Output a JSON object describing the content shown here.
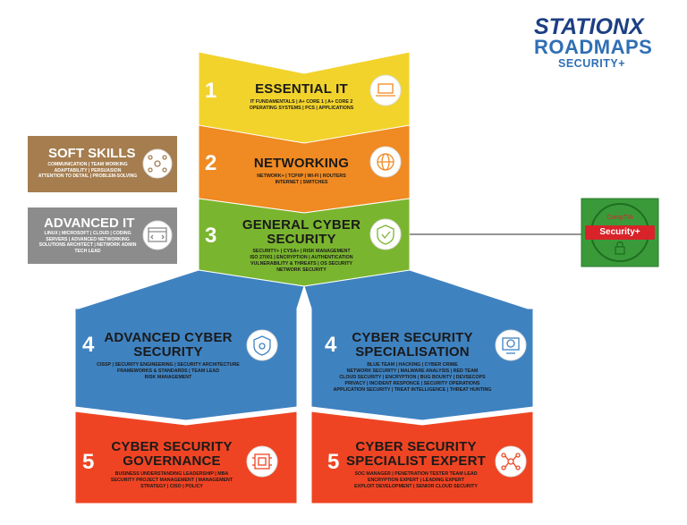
{
  "brand": {
    "line1": "STATIONX",
    "line2": "ROADMAPS",
    "line3": "SECURITY+"
  },
  "steps": [
    {
      "num": "1",
      "title": "ESSENTIAL IT",
      "sub": "IT FUNDAMENTALS  |  A+ CORE 1  |  A+ CORE 2\nOPERATING SYSTEMS  |  PCS  |  APPLICATIONS",
      "color": "#f2d32c",
      "icon": "laptop-tools-icon"
    },
    {
      "num": "2",
      "title": "NETWORKING",
      "sub": "NETWORK+  |  TCP/IP  |  WI-FI  |  ROUTERS\nINTERNET  |  SWITCHES",
      "color": "#f08a22",
      "icon": "globe-network-icon"
    },
    {
      "num": "3",
      "title": "GENERAL CYBER\nSECURITY",
      "sub": "SECURITY+  |  CYSA+  |  RISK MANAGEMENT\nISO 27001  |  ENCRYPTION  |  AUTHENTICATION\nVULNERABILITY & THREATS  |  OS SECURITY\nNETWORK SECURITY",
      "color": "#7ab52f",
      "icon": "shield-check-icon"
    },
    {
      "num": "4",
      "title": "ADVANCED CYBER\nSECURITY",
      "sub": "CISSP  |  SECURITY ENGINEERING  |  SECURITY ARCHITECTURE\nFRAMEWORKS & STANDARDS  |  TEAM LEAD\nRISK MANAGEMENT",
      "color": "#3f82c0",
      "icon": "fingerprint-shield-icon"
    },
    {
      "num": "4",
      "title": "CYBER SECURITY\nSPECIALISATION",
      "sub": "BLUE TEAM  |  HACKING  |  CYBER CRIME\nNETWORK SECURITY  |  MALWARE ANALYSIS  |  RED TEAM\nCLOUD SECURITY  |  ENCRYPTION  |  BUG BOUNTY  |  DEVSECOPS\nPRIVACY  |  INCIDENT RESPONCE  |  SECURITY OPERATIONS\nAPPLICATION SECURITY  |  TREAT INTELLIGENCE  |  THREAT HUNTING",
      "color": "#3f82c0",
      "icon": "camera-monitor-icon"
    },
    {
      "num": "5",
      "title": "CYBER SECURITY\nGOVERNANCE",
      "sub": "BUSINESS UNDERSTANDING  LEADERSHIP  |  MBA\nSECURITY PROJECT MANAGEMENT  |  MANAGEMENT\nSTRATEGY  |  CISO  |  POLICY",
      "color": "#ef4423",
      "icon": "chip-icon"
    },
    {
      "num": "5",
      "title": "CYBER SECURITY\nSPECIALIST EXPERT",
      "sub": "SOC MANAGER  |  PENETRATION TESTER TEAM LEAD\nENCRYPTION EXPERT  |  LEADING EXPERT\nEXPLOIT DEVELOPMENT  |  SENIOR CLOUD SECURITY",
      "color": "#ef4423",
      "icon": "network-nodes-icon"
    }
  ],
  "side": [
    {
      "title": "SOFT SKILLS",
      "sub": "COMMUNICATION  |  TEAM WORKING\nADAPTABILITY  |  PERSUASION\nATTENTION TO DETAIL  |  PROBLEM-SOLVING",
      "color": "#a57d4f",
      "icon": "people-network-icon"
    },
    {
      "title": "ADVANCED IT",
      "sub": "LINUX  |  MICROSOFT  |  CLOUD  |  CODING\nSERVERS  |  ADVANCED NETWORKING\nSOLUTIONS ARCHITECT  |  NETWORK ADMIN\nTECH LEAD",
      "color": "#8c8c8c",
      "icon": "code-window-icon"
    }
  ],
  "cert": {
    "vendor": "CompTIA",
    "name": "Security+",
    "bg": "#3a9a3a",
    "badge": "#d8232a"
  }
}
